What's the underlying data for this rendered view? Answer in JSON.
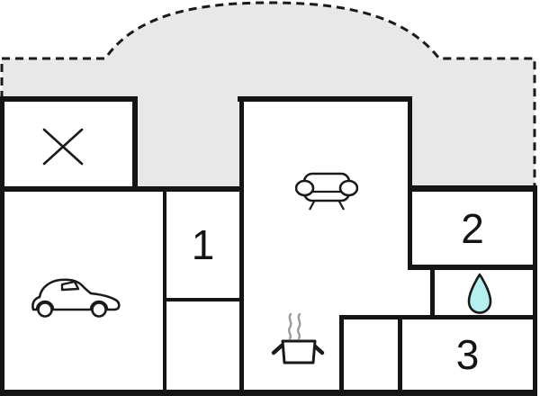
{
  "rooms": {
    "room1": {
      "label": "1"
    },
    "room2": {
      "label": "2"
    },
    "room3": {
      "label": "3"
    }
  },
  "icons": [
    {
      "name": "cross-icon"
    },
    {
      "name": "car-icon"
    },
    {
      "name": "sofa-icon"
    },
    {
      "name": "cooking-pot-icon"
    },
    {
      "name": "water-drop-icon"
    }
  ],
  "colors": {
    "terrace_fill": "#e8e8e8",
    "wall": "#151515",
    "outline": "#1a1a1a",
    "water_drop_fill": "#b4f0ef",
    "steam": "#9a9a9a",
    "background": "#ffffff"
  }
}
